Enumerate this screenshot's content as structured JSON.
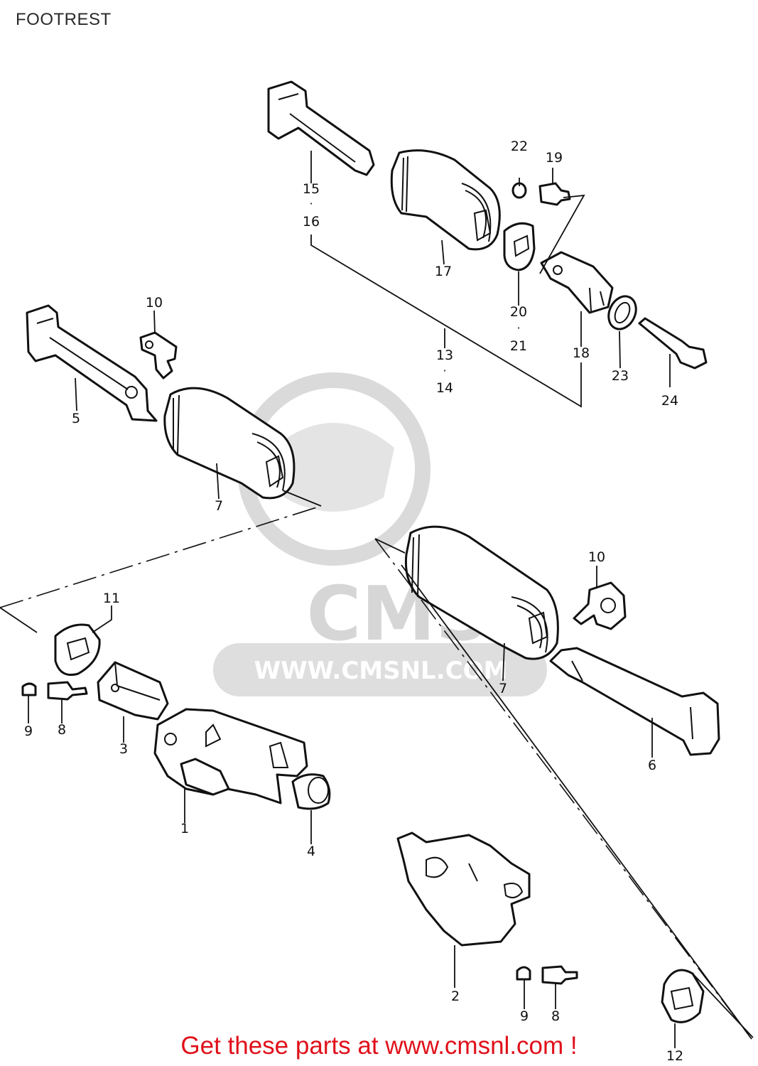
{
  "page": {
    "title": "FOOTREST",
    "footer_text": "Get these parts at www.cmsnl.com !"
  },
  "watermark": {
    "brand": "CMS",
    "url": "WWW.CMSNL.COM"
  },
  "diagram": {
    "callouts": {
      "p1": "1",
      "p2": "2",
      "p3": "3",
      "p4": "4",
      "p5": "5",
      "p6": "6",
      "p7a": "7",
      "p7b": "7",
      "p8a": "8",
      "p8b": "8",
      "p9a": "9",
      "p9b": "9",
      "p10a": "10",
      "p10b": "10",
      "p11": "11",
      "p12": "12",
      "p13": "13",
      "p14": "14",
      "p15": "15",
      "p16": "16",
      "p17": "17",
      "p18": "18",
      "p19": "19",
      "p20": "20",
      "p21": "21",
      "p22": "22",
      "p23": "23",
      "p24": "24"
    },
    "separator": "·"
  },
  "colors": {
    "line": "#111111",
    "footer_text": "#e0101a",
    "watermark": "#d4d4d4"
  }
}
